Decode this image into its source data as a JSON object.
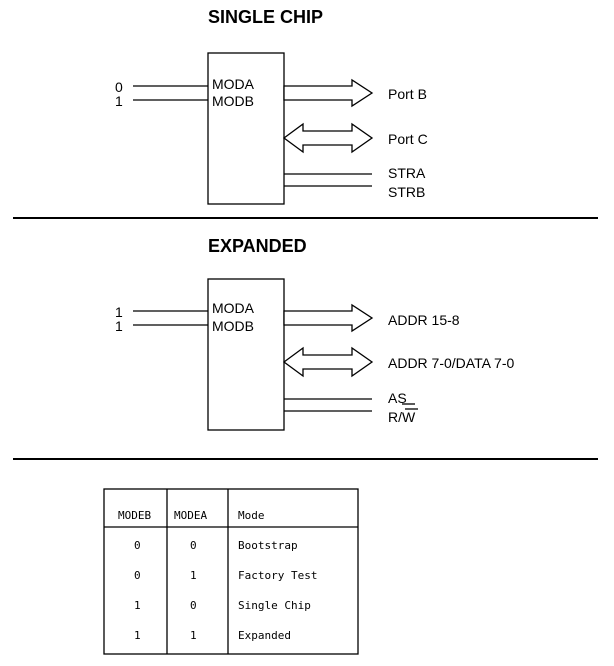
{
  "single_chip": {
    "title": "SINGLE CHIP",
    "input_a_value": "0",
    "input_b_value": "1",
    "pin_a": "MODA",
    "pin_b": "MODB",
    "out_1": "Port B",
    "out_2": "Port C",
    "out_3": "STRA",
    "out_4": "STRB"
  },
  "expanded": {
    "title": "EXPANDED",
    "input_a_value": "1",
    "input_b_value": "1",
    "pin_a": "MODA",
    "pin_b": "MODB",
    "out_1": "ADDR 15-8",
    "out_2": "ADDR 7-0/DATA 7-0",
    "out_3": "AS",
    "out_4_prefix": "R/",
    "out_4_overbar": "W"
  },
  "mode_table": {
    "headers": [
      "MODEB",
      "MODEA",
      "Mode"
    ],
    "rows": [
      [
        "0",
        "0",
        "Bootstrap"
      ],
      [
        "0",
        "1",
        "Factory Test"
      ],
      [
        "1",
        "0",
        "Single Chip"
      ],
      [
        "1",
        "1",
        "Expanded"
      ]
    ]
  }
}
